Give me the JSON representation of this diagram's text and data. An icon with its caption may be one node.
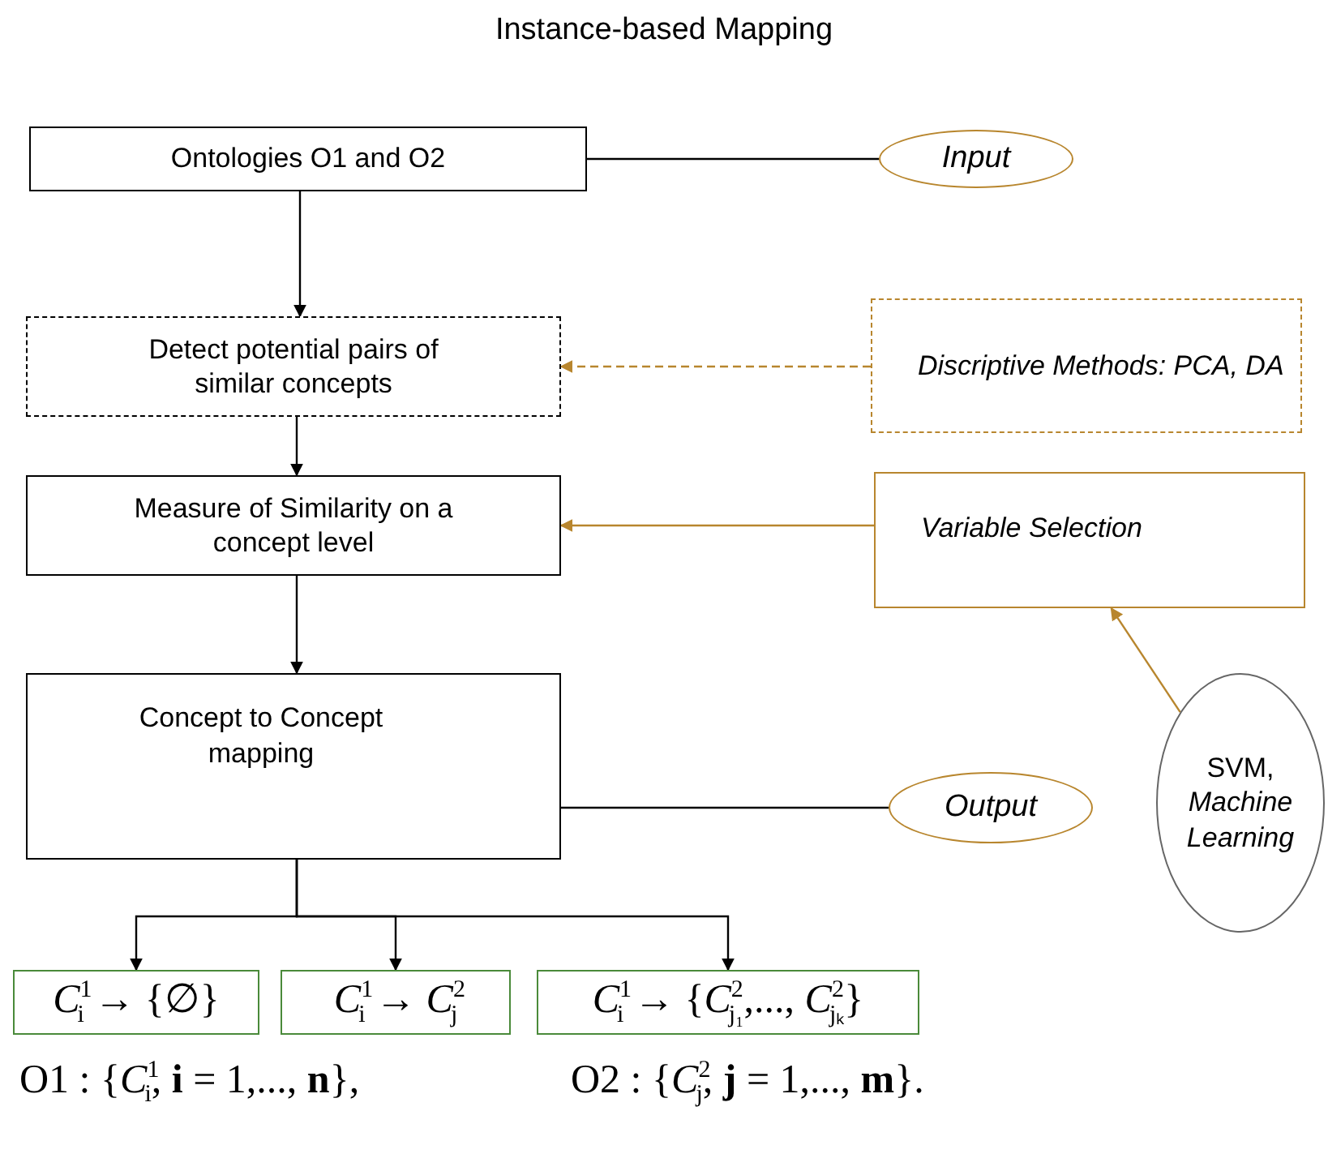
{
  "diagram": {
    "title": "Instance-based Mapping",
    "nodes": [
      {
        "text": [
          "Ontologies O1 and O2"
        ]
      },
      {
        "text": [
          "Input"
        ]
      },
      {
        "text": [
          "Detect potential pairs of similar concepts"
        ]
      },
      {
        "text": [
          "Discriptive Methods: PCA, DA"
        ]
      },
      {
        "text": [
          "Measure of Similarity on a concept level"
        ]
      },
      {
        "text": [
          "Variable Selection"
        ]
      },
      {
        "text": [
          "Concept to Concept mapping"
        ]
      },
      {
        "text": [
          "Output"
        ]
      },
      {
        "text": [
          "SVM, *Machine Learning*"
        ]
      },
      {
        "text": [
          "*C*$^{1}$$_{i}$ → {∅}"
        ]
      },
      {
        "text": [
          "*C*$^{1}$$_{i}$ → *C*$^{2}$$_{j}$"
        ]
      },
      {
        "text": [
          "*C*$^{1}$$_{i}$ → {*C*$^{2}$$_{j₁}$,..., *C*$^{2}$$_{jₖ}$}"
        ]
      }
    ],
    "edges": [
      {
        "from": 0,
        "to": 1,
        "arrow": "none"
      },
      {
        "from": 0,
        "to": 2,
        "arrow": "to"
      },
      {
        "from": 3,
        "to": 2,
        "arrow": "to",
        "style": "dashed",
        "color": "#b8862e"
      },
      {
        "from": 2,
        "to": 4,
        "arrow": "to"
      },
      {
        "from": 5,
        "to": 4,
        "arrow": "to",
        "color": "#b8862e"
      },
      {
        "from": 4,
        "to": 6,
        "arrow": "to"
      },
      {
        "from": 8,
        "to": 5,
        "arrow": "to",
        "color": "#b8862e"
      },
      {
        "from": 6,
        "to": 7,
        "arrow": "none"
      },
      {
        "from": 6,
        "to": 9,
        "arrow": "to"
      },
      {
        "from": 6,
        "to": 10,
        "arrow": "to"
      },
      {
        "from": 6,
        "to": 11,
        "arrow": "to"
      }
    ],
    "labels": [
      "O1 : {*C*$^{1}$$_{i}$, **i** = 1,..., **n**},",
      "O2 : {*C*$^{2}$$_{j}$, **j** = 1,..., **m**}."
    ]
  }
}
